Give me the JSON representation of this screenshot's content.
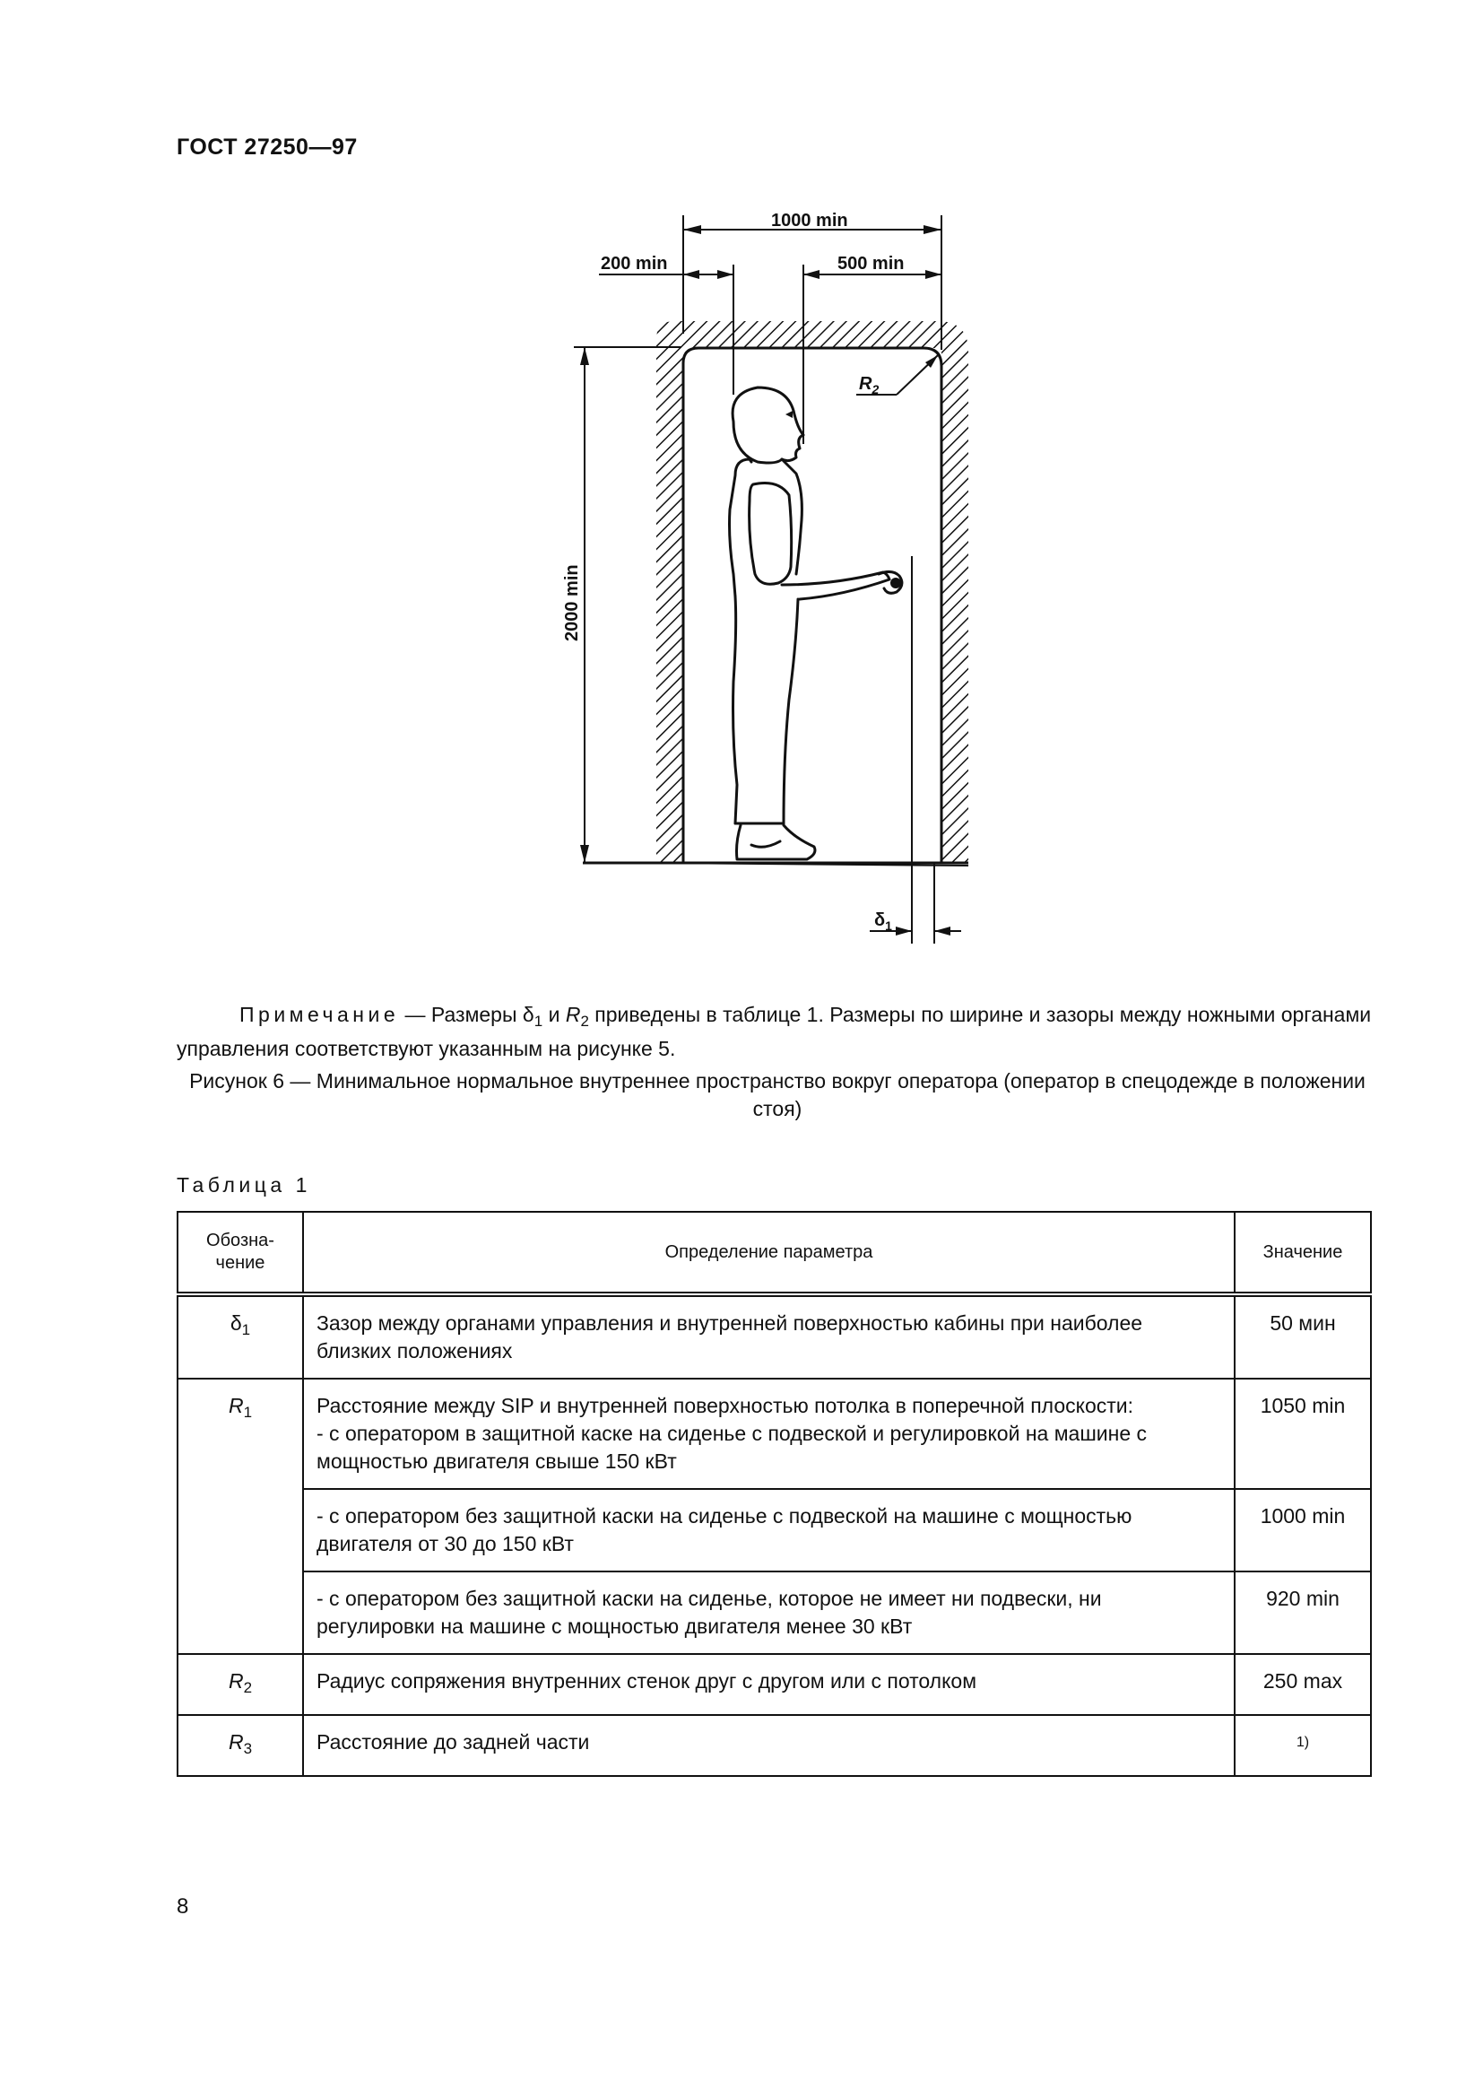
{
  "header": {
    "doc_id": "ГОСТ 27250—97"
  },
  "figure": {
    "dim_top": "1000 min",
    "dim_left": "200 min",
    "dim_right": "500 min",
    "dim_height": "2000 min",
    "radius_label": "R",
    "radius_sub": "2",
    "delta_label": "δ",
    "delta_sub": "1"
  },
  "note": {
    "label": "Примечание",
    "part1": " — Размеры ",
    "delta": "δ",
    "delta_sub": "1",
    "and": " и ",
    "r": "R",
    "r_sub": "2",
    "part2": " приведены в таблице 1. Размеры по ширине и зазоры между ножными органами управления соответствуют указанным на рисунке 5."
  },
  "caption": "Рисунок 6 — Минимальное нормальное внутреннее пространство вокруг оператора (оператор в спецодежде в положении стоя)",
  "table": {
    "title": "Таблица 1",
    "headers": {
      "col1": "Обозна-чение",
      "col2": "Определение параметра",
      "col3": "Значение"
    },
    "rows": {
      "d1": {
        "sym": "δ",
        "sub": "1",
        "def": "Зазор между органами управления и внутренней поверхностью кабины при наиболее близких положениях",
        "val": "50 мин"
      },
      "r1a": {
        "sym": "R",
        "sub": "1",
        "def_line1": "Расстояние между SIP и внутренней поверхностью потолка в поперечной плоскости:",
        "def_line2": "-  с оператором в защитной каске на сиденье с подвеской и регулировкой на машине с мощностью двигателя свыше 150 кВт",
        "val": "1050 min"
      },
      "r1b": {
        "def": "-  с оператором без защитной каски на сиденье с подвеской на машине с мощностью двигателя от 30 до 150 кВт",
        "val": "1000 min"
      },
      "r1c": {
        "def": "-  с оператором без защитной каски на сиденье, которое не имеет ни подвески, ни регулировки на машине с мощностью двигателя менее 30 кВт",
        "val": "920 min"
      },
      "r2": {
        "sym": "R",
        "sub": "2",
        "def": "Радиус сопряжения внутренних стенок друг с другом или с потолком",
        "val": "250 max"
      },
      "r3": {
        "sym": "R",
        "sub": "3",
        "def": "Расстояние до задней части",
        "val": "1)"
      }
    }
  },
  "page_number": "8"
}
